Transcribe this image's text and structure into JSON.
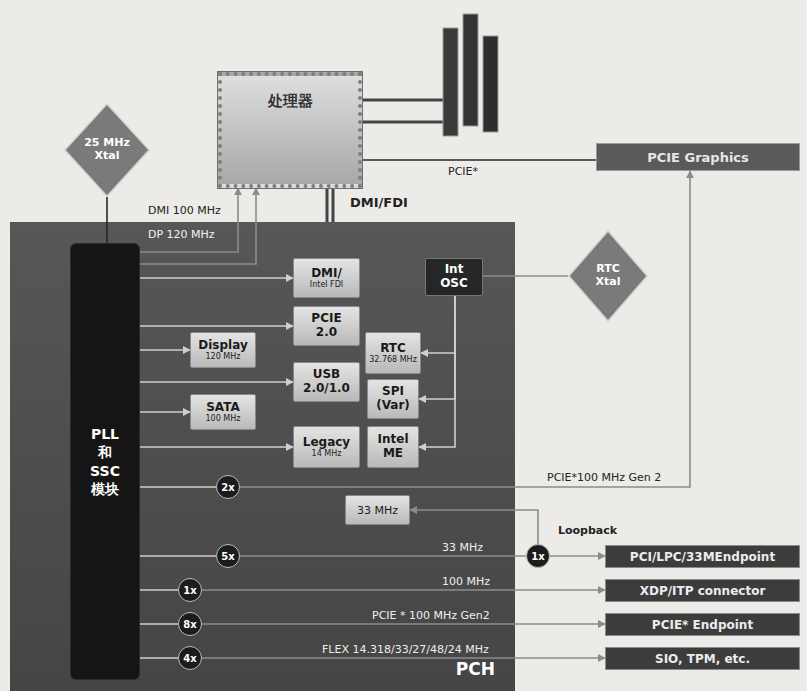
{
  "diagram": {
    "nodes": [
      {
        "text": [
          "25 MHz Xtal"
        ]
      },
      {
        "text": [
          "处理器"
        ]
      },
      {
        "text": [
          "PCIE Graphics"
        ]
      },
      {
        "text": [
          "PCH"
        ]
      },
      {
        "text": [
          "PLL 和 SSC 模块"
        ],
        "in": 3
      },
      {
        "text": [
          "DMI/",
          "Intel FDI"
        ],
        "in": 3
      },
      {
        "text": [
          "Int OSC"
        ],
        "in": 3
      },
      {
        "text": [
          "PCIE 2.0"
        ],
        "in": 3
      },
      {
        "text": [
          "Display",
          "120 MHz"
        ],
        "in": 3
      },
      {
        "text": [
          "RTC",
          "32.768 MHz"
        ],
        "in": 3
      },
      {
        "text": [
          "USB 2.0/1.0"
        ],
        "in": 3
      },
      {
        "text": [
          "SPI (Var)"
        ],
        "in": 3
      },
      {
        "text": [
          "SATA",
          "100 MHz"
        ],
        "in": 3
      },
      {
        "text": [
          "Legacy",
          "14 MHz"
        ],
        "in": 3
      },
      {
        "text": [
          "Intel ME"
        ],
        "in": 3
      },
      {
        "text": [
          "2x"
        ],
        "in": 3
      },
      {
        "text": [
          "33 MHz"
        ],
        "in": 3
      },
      {
        "text": [
          "5x"
        ],
        "in": 3
      },
      {
        "text": [
          "1x"
        ],
        "in": 3
      },
      {
        "text": [
          "8x"
        ],
        "in": 3
      },
      {
        "text": [
          "4x"
        ],
        "in": 3
      },
      {
        "text": [
          "RTC Xtal"
        ]
      },
      {
        "text": [
          "1x"
        ]
      },
      {
        "text": [
          "PCI/LPC/33MEndpoint"
        ]
      },
      {
        "text": [
          "XDP/ITP connector"
        ]
      },
      {
        "text": [
          "PCIE* Endpoint"
        ]
      },
      {
        "text": [
          "SIO, TPM, etc."
        ]
      }
    ],
    "edges": [
      {
        "from": 0,
        "to": 4,
        "arrow": "none"
      },
      {
        "from": 4,
        "to": 1,
        "label": "DMI 100 MHz",
        "arrow": "to"
      },
      {
        "from": 4,
        "to": 1,
        "label": "DP 120 MHz",
        "arrow": "to"
      },
      {
        "from": 1,
        "to": 2,
        "label": "PCIE*",
        "arrow": "none"
      },
      {
        "from": 1,
        "to": 3,
        "label": "DMI/FDI",
        "arrow": "none"
      },
      {
        "from": 4,
        "to": 5,
        "arrow": "to"
      },
      {
        "from": 4,
        "to": 7,
        "arrow": "to"
      },
      {
        "from": 4,
        "to": 8,
        "arrow": "to"
      },
      {
        "from": 4,
        "to": 10,
        "arrow": "to"
      },
      {
        "from": 4,
        "to": 12,
        "arrow": "to"
      },
      {
        "from": 4,
        "to": 13,
        "arrow": "to"
      },
      {
        "from": 21,
        "to": 6,
        "arrow": "none"
      },
      {
        "from": 6,
        "to": 9,
        "arrow": "to"
      },
      {
        "from": 6,
        "to": 11,
        "arrow": "to"
      },
      {
        "from": 6,
        "to": 14,
        "arrow": "to"
      },
      {
        "from": 4,
        "to": 15,
        "arrow": "none"
      },
      {
        "from": 15,
        "to": 2,
        "label": "PCIE*100 MHz Gen 2",
        "arrow": "to"
      },
      {
        "from": 4,
        "to": 17,
        "arrow": "none"
      },
      {
        "from": 17,
        "to": 22,
        "label": "33 MHz",
        "arrow": "none"
      },
      {
        "from": 22,
        "to": 23,
        "arrow": "to"
      },
      {
        "from": 22,
        "to": 16,
        "arrow": "to"
      },
      {
        "from": 4,
        "to": 18,
        "arrow": "none"
      },
      {
        "from": 18,
        "to": 24,
        "label": "100 MHz",
        "arrow": "to"
      },
      {
        "from": 4,
        "to": 19,
        "arrow": "none"
      },
      {
        "from": 19,
        "to": 25,
        "label": "PCIE * 100 MHz Gen2",
        "arrow": "to"
      },
      {
        "from": 4,
        "to": 20,
        "arrow": "none"
      },
      {
        "from": 20,
        "to": 26,
        "label": "FLEX 14.318/33/27/48/24 MHz",
        "arrow": "to"
      }
    ],
    "labels": [
      "Loopback"
    ]
  }
}
